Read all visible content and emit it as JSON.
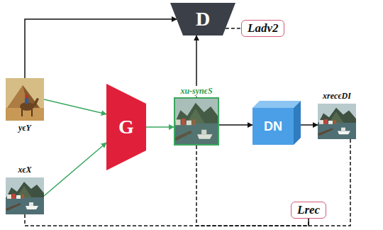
{
  "diagram": {
    "nodes": [
      {
        "text": [
          "D"
        ]
      },
      {
        "text": [
          "Ladv2"
        ]
      },
      {
        "text": [
          "yϵY"
        ]
      },
      {
        "text": [
          "xϵX"
        ]
      },
      {
        "text": [
          "G"
        ]
      },
      {
        "text": [
          "xu-synϵS"
        ]
      },
      {
        "text": [
          "DN"
        ]
      },
      {
        "text": [
          "xrecϵDI"
        ]
      },
      {
        "text": [
          "Lrec"
        ]
      }
    ],
    "edges": [
      {
        "from": 2,
        "to": 0,
        "arrow": "to"
      },
      {
        "from": 2,
        "to": 4,
        "arrow": "to"
      },
      {
        "from": 3,
        "to": 4,
        "arrow": "to"
      },
      {
        "from": 4,
        "to": 5,
        "arrow": "to"
      },
      {
        "from": 5,
        "to": 0,
        "arrow": "to"
      },
      {
        "from": 5,
        "to": 6,
        "arrow": "to"
      },
      {
        "from": 6,
        "to": 7,
        "arrow": "to"
      },
      {
        "from": 0,
        "to": 1,
        "arrow": "none"
      },
      {
        "from": 3,
        "to": 8,
        "arrow": "none"
      },
      {
        "from": 5,
        "to": 8,
        "arrow": "none"
      },
      {
        "from": 7,
        "to": 8,
        "arrow": "none"
      }
    ]
  }
}
